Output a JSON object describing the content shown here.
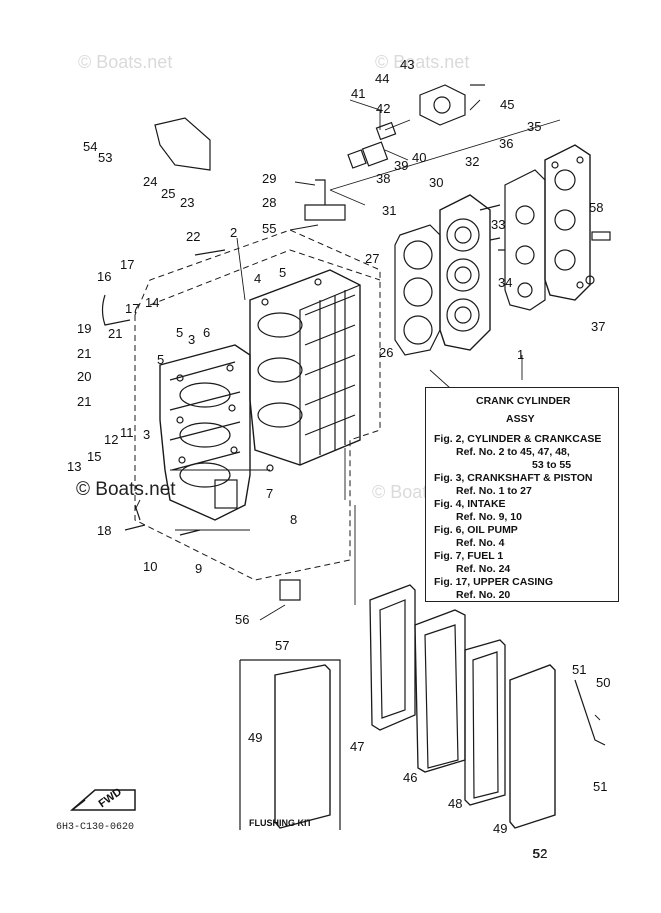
{
  "watermarks": [
    "© Boats.net",
    "© Boats.net",
    "© Boats.net",
    "© Boats.net"
  ],
  "assy_box": {
    "title": "CRANK CYLINDER",
    "subtitle": "ASSY",
    "lines": [
      "Fig. 2, CYLINDER & CRANKCASE",
      "Ref. No. 2 to 45, 47, 48,",
      "53 to 55",
      "Fig. 3, CRANKSHAFT & PISTON",
      "Ref. No. 1 to 27",
      "Fig. 4, INTAKE",
      "Ref. No. 9, 10",
      "Fig. 6, OIL PUMP",
      "Ref. No. 4",
      "Fig. 7, FUEL 1",
      "Ref. No. 24",
      "Fig. 17, UPPER CASING",
      "Ref. No. 20"
    ]
  },
  "callouts": [
    "1",
    "2",
    "3",
    "3",
    "4",
    "5",
    "5",
    "5",
    "6",
    "7",
    "8",
    "9",
    "10",
    "11",
    "12",
    "13",
    "14",
    "15",
    "16",
    "17",
    "17",
    "18",
    "19",
    "20",
    "21",
    "21",
    "21",
    "22",
    "23",
    "24",
    "25",
    "26",
    "27",
    "28",
    "29",
    "30",
    "31",
    "32",
    "33",
    "34",
    "35",
    "36",
    "37",
    "38",
    "39",
    "40",
    "41",
    "42",
    "43",
    "44",
    "45",
    "46",
    "47",
    "48",
    "49",
    "49",
    "50",
    "51",
    "51",
    "52",
    "53",
    "54",
    "55",
    "56",
    "57",
    "58"
  ],
  "fwd_label": "FWD",
  "flushing_kit": "FLUSHING KIT",
  "part_code": "6H3-C130-0620",
  "page_number": "52"
}
